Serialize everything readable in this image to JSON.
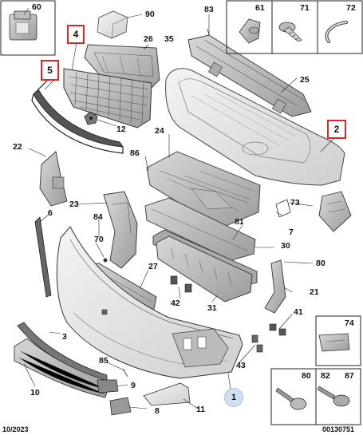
{
  "callouts": {
    "l1": "1",
    "l2": "2",
    "l3": "3",
    "l4": "4",
    "l5": "5",
    "l6": "6",
    "l7": "7",
    "l8": "8",
    "l9": "9",
    "l10": "10",
    "l11": "11",
    "l12": "12",
    "l21": "21",
    "l22": "22",
    "l23": "23",
    "l24": "24",
    "l25": "25",
    "l26": "26",
    "l27": "27",
    "l30": "30",
    "l31": "31",
    "l35": "35",
    "l41": "41",
    "l42": "42",
    "l43": "43",
    "l60": "60",
    "l61": "61",
    "l70": "70",
    "l71": "71",
    "l72": "72",
    "l73": "73",
    "l74": "74",
    "l80a": "80",
    "l80b": "80",
    "l81": "81",
    "l82": "82",
    "l83": "83",
    "l84": "84",
    "l85": "85",
    "l86": "86",
    "l87": "87",
    "l90": "90"
  },
  "footer": {
    "date": "10/2023",
    "ref": "00130751"
  },
  "highlighted_parts": [
    "2",
    "4",
    "5"
  ],
  "colors": {
    "highlight_border": "#e0262a",
    "badge_fill": "#cfe0f5",
    "line_art": "#333333"
  }
}
